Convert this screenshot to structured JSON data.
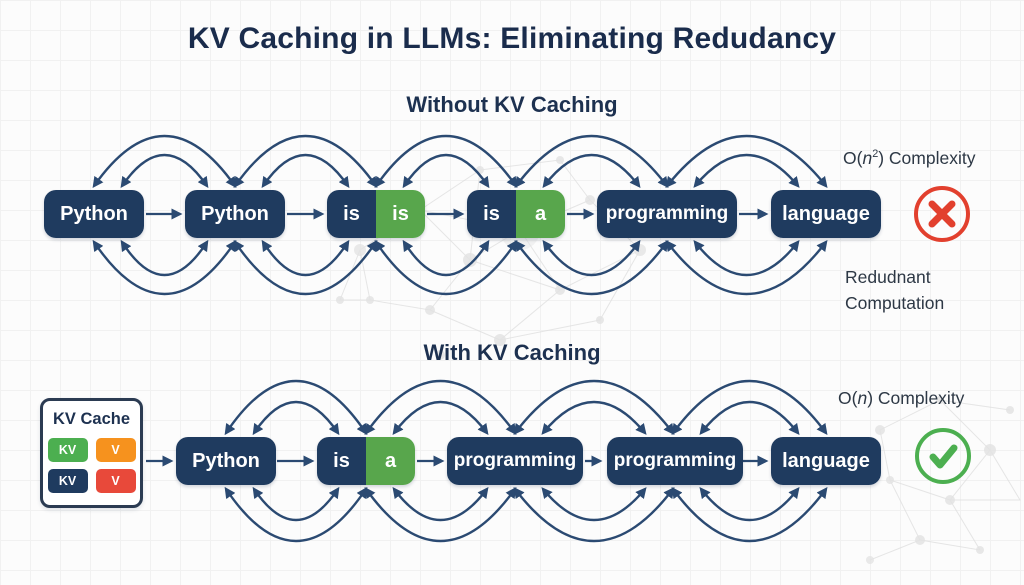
{
  "title": "KV Caching in LLMs: Eliminating Redudancy",
  "colors": {
    "token_navy": "#1f3b5f",
    "token_green": "#58a64c",
    "arrow": "#2b4a72",
    "error_red": "#e2402e",
    "success_green": "#4caf50",
    "chip_orange": "#f6921e",
    "chip_red": "#e8493a"
  },
  "without": {
    "header": "Without KV Caching",
    "tokens": [
      {
        "segments": [
          {
            "text": "Python",
            "color": "navy"
          }
        ]
      },
      {
        "segments": [
          {
            "text": "Python",
            "color": "navy"
          }
        ]
      },
      {
        "segments": [
          {
            "text": "is",
            "color": "navy"
          },
          {
            "text": "is",
            "color": "green"
          }
        ]
      },
      {
        "segments": [
          {
            "text": "is",
            "color": "navy"
          },
          {
            "text": "a",
            "color": "green"
          }
        ]
      },
      {
        "segments": [
          {
            "text": "programming",
            "color": "navy"
          }
        ]
      },
      {
        "segments": [
          {
            "text": "language",
            "color": "navy"
          }
        ]
      }
    ],
    "complexity": {
      "pre": "O(",
      "var": "n",
      "sup": "2",
      "post": ") Complexity"
    },
    "status_icon": "error-x-icon",
    "note_line1": "Redudnant",
    "note_line2": "Computation"
  },
  "with": {
    "header": "With KV Caching",
    "kv_cache": {
      "label": "KV Cache",
      "chips": [
        {
          "text": "KV",
          "color": "green"
        },
        {
          "text": "V",
          "color": "orange"
        },
        {
          "text": "KV",
          "color": "navy"
        },
        {
          "text": "V",
          "color": "red"
        }
      ]
    },
    "tokens": [
      {
        "segments": [
          {
            "text": "Python",
            "color": "navy"
          }
        ]
      },
      {
        "segments": [
          {
            "text": "is",
            "color": "navy"
          },
          {
            "text": "a",
            "color": "green"
          }
        ]
      },
      {
        "segments": [
          {
            "text": "programming",
            "color": "navy"
          }
        ]
      },
      {
        "segments": [
          {
            "text": "programming",
            "color": "navy"
          }
        ]
      },
      {
        "segments": [
          {
            "text": "language",
            "color": "navy"
          }
        ]
      }
    ],
    "complexity": {
      "pre": "O(",
      "var": "n",
      "sup": "",
      "post": ") Complexity"
    },
    "status_icon": "success-check-icon"
  }
}
